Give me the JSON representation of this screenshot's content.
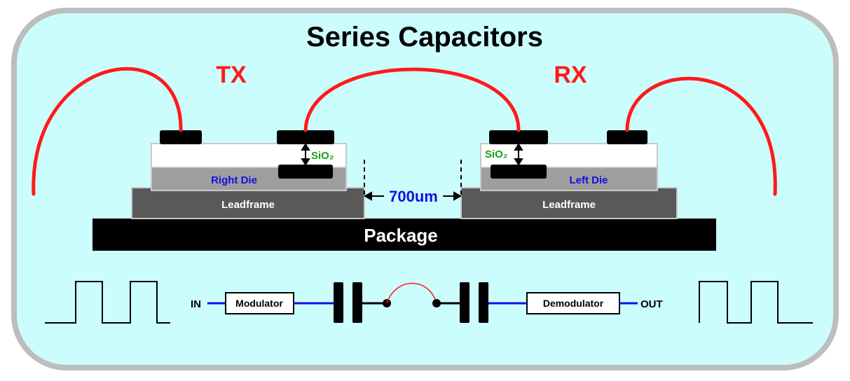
{
  "title": "Series Capacitors",
  "tx_label": "TX",
  "rx_label": "RX",
  "right_die_label": "Right Die",
  "left_die_label": "Left Die",
  "leadframe_left_label": "Leadframe",
  "leadframe_right_label": "Leadframe",
  "package_label": "Package",
  "gap_label": "700um",
  "oxide_label_left": "SiO₂",
  "oxide_label_right": "SiO₂",
  "modulator_label": "Modulator",
  "demodulator_label": "Demodulator",
  "input_label": "IN",
  "output_label": "OUT",
  "colors": {
    "panel_fill": "#ccfdfd",
    "panel_border": "#bdbdbd",
    "bond_wire": "#ff1a1a",
    "signal_line": "#1010e0",
    "die_top": "#ffffff",
    "die_body": "#9e9e9e",
    "leadframe": "#595959",
    "package": "#000000",
    "oxide_text": "#16a016"
  }
}
